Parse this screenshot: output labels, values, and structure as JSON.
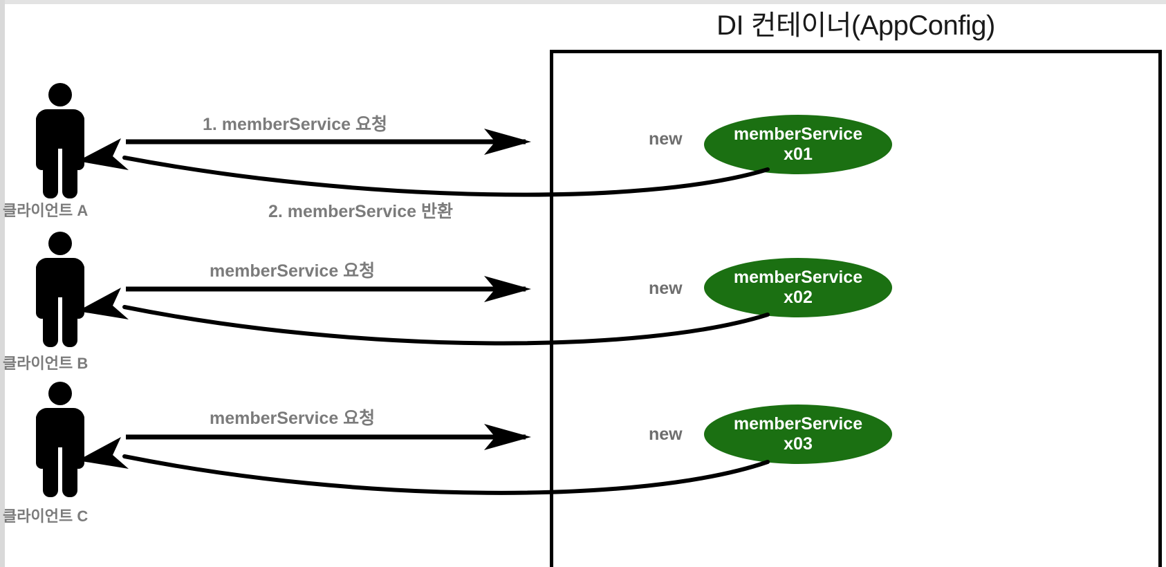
{
  "diagram": {
    "title": "DI 컨테이너(AppConfig)",
    "type": "sequence-diagram",
    "colors": {
      "bean_fill": "#1b7012",
      "bean_text": "#ffffff",
      "label_gray": "#7b7b7b",
      "line_black": "#000000",
      "background": "#ffffff"
    }
  },
  "rows": [
    {
      "client_label": "클라이언트 A",
      "request_label": "1. memberService 요청",
      "return_label": "2. memberService 반환",
      "new_label": "new",
      "bean_line1": "memberService",
      "bean_line2": "x01"
    },
    {
      "client_label": "클라이언트 B",
      "request_label": "memberService 요청",
      "return_label": "",
      "new_label": "new",
      "bean_line1": "memberService",
      "bean_line2": "x02"
    },
    {
      "client_label": "클라이언트 C",
      "request_label": "memberService 요청",
      "return_label": "",
      "new_label": "new",
      "bean_line1": "memberService",
      "bean_line2": "x03"
    }
  ]
}
